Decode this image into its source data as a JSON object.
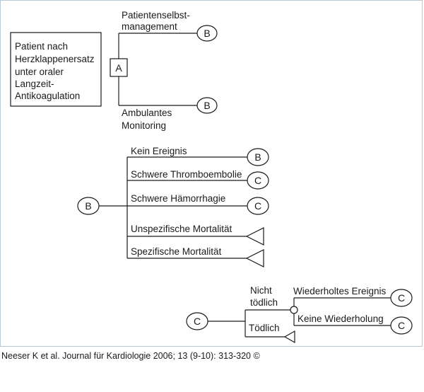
{
  "patient_box": {
    "lines": [
      "Patient nach",
      "Herzklappenersatz",
      "unter oraler",
      "Langzeit-",
      "Antikoagulation"
    ]
  },
  "decision_node": {
    "label": "A"
  },
  "tree_a": {
    "branch_top": {
      "label_lines": [
        "Patientenselbst-",
        "management"
      ],
      "end_node": "B"
    },
    "branch_bottom": {
      "label_lines": [
        "Ambulantes",
        "Monitoring"
      ],
      "end_node": "B"
    }
  },
  "tree_b": {
    "root_node": "B",
    "branches": [
      {
        "label": "Kein Ereignis",
        "end_node": "B"
      },
      {
        "label": "Schwere Thromboembolie",
        "end_node": "C"
      },
      {
        "label": "Schwere Hämorrhagie",
        "end_node": "C"
      },
      {
        "label": "Unspezifische Mortalität",
        "end_node": "terminal"
      },
      {
        "label": "Spezifische Mortalität",
        "end_node": "terminal"
      }
    ]
  },
  "tree_c": {
    "root_node": "C",
    "branch_top": {
      "label_lines": [
        "Nicht",
        "tödlich"
      ]
    },
    "branch_bottom": {
      "label": "Tödlich"
    },
    "sub_top": {
      "label": "Wiederholtes Ereignis",
      "end_node": "C"
    },
    "sub_bottom": {
      "label": "Keine Wiederholung",
      "end_node": "C"
    }
  },
  "citation": "Neeser K et al. Journal für Kardiologie 2006; 13 (9-10): 313-320 ©"
}
